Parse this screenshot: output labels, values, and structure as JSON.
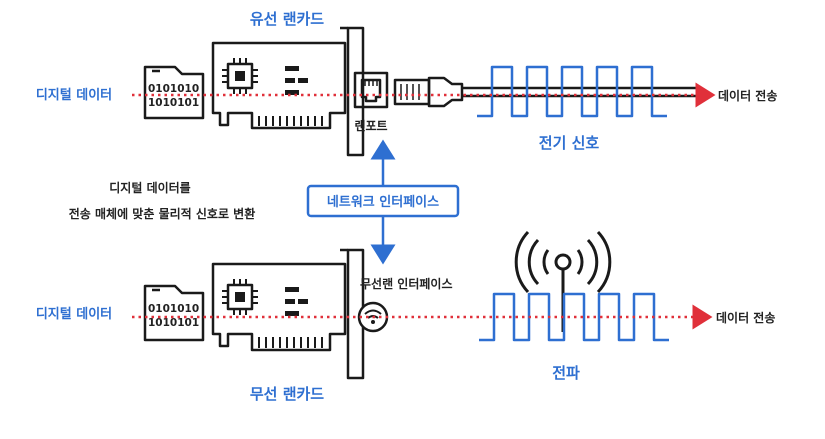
{
  "wired": {
    "title": "유선 랜카드",
    "input_label": "디지털 데이터",
    "binary_line1": "0101010",
    "binary_line2": "1010101",
    "port_label": "랜포트",
    "signal_label": "전기 신호",
    "output_label": "데이터 전송"
  },
  "wireless": {
    "title": "무선 랜카드",
    "input_label": "디지털 데이터",
    "binary_line1": "0101010",
    "binary_line2": "1010101",
    "interface_label": "무선랜 인터페이스",
    "signal_label": "전파",
    "output_label": "데이터 전송"
  },
  "center": {
    "network_interface_label": "네트워크 인터페이스",
    "description_line1": "디지털 데이터를",
    "description_line2": "전송 매체에 맞춘 물리적 신호로 변환"
  },
  "colors": {
    "accent_blue": "#2e6fd1",
    "data_red": "#e0303a",
    "outline": "#1a1a1a"
  }
}
